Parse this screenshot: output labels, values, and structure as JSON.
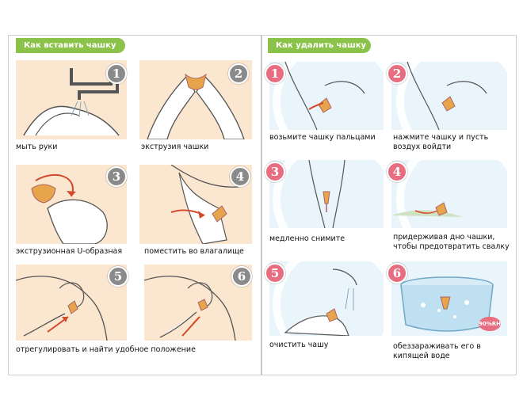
{
  "left": {
    "title": "Как вставить чашку",
    "steps": [
      {
        "num": "1",
        "label": "мыть руки"
      },
      {
        "num": "2",
        "label": "экструзия чашки"
      },
      {
        "num": "3",
        "label": "экструзионная U-образная"
      },
      {
        "num": "4",
        "label": "поместить во влагалище"
      },
      {
        "num": "5",
        "label": ""
      },
      {
        "num": "6",
        "label": ""
      }
    ],
    "bottom_label": "отрегулировать и найти удобное положение"
  },
  "right": {
    "title": "Как удалить чашку",
    "steps": [
      {
        "num": "1",
        "label": "возьмите чашку пальцами"
      },
      {
        "num": "2",
        "label": "нажмите чашку и пусть воздух  войдти"
      },
      {
        "num": "3",
        "label": "медленно снимите"
      },
      {
        "num": "4",
        "label": "придерживая дно чашки, чтобы предотвратить свалку"
      },
      {
        "num": "5",
        "label": "очистить чашу"
      },
      {
        "num": "6",
        "label": "обеззараживать его в кипящей воде"
      }
    ],
    "badge": "90%RH"
  },
  "colors": {
    "tag": "#8bc34a",
    "num_left": "#8a8a8a",
    "num_right": "#e86d80",
    "skin": "#fbe6cf",
    "sky": "#e9f4fb"
  }
}
